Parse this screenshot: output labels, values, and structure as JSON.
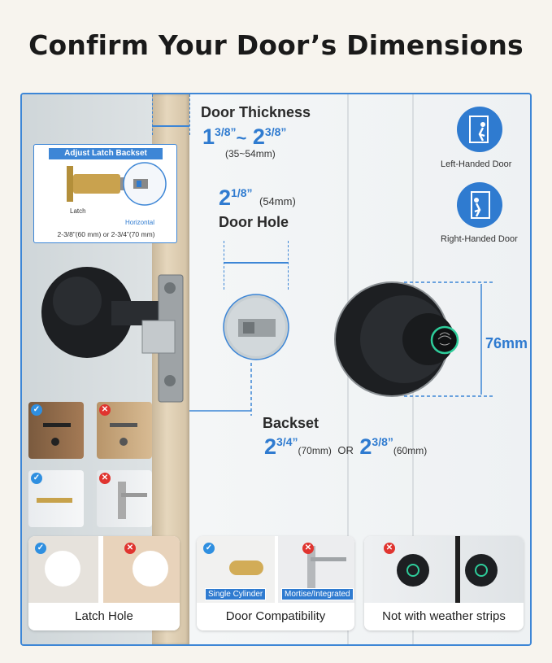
{
  "headline": "Confirm Your Door’s Dimensions",
  "door_thickness": {
    "title": "Door Thickness",
    "min_whole": "1",
    "min_frac": "3/8”",
    "sep": "~",
    "max_whole": "2",
    "max_frac": "3/8”",
    "metric": "(35~54mm)"
  },
  "door_hole": {
    "size_whole": "2",
    "size_frac": "1/8”",
    "metric": "(54mm)",
    "title": "Door Hole"
  },
  "backset": {
    "title": "Backset",
    "opt1_whole": "2",
    "opt1_frac": "3/4”",
    "opt1_metric": "(70mm)",
    "or": "OR",
    "opt2_whole": "2",
    "opt2_frac": "3/8”",
    "opt2_metric": "(60mm)"
  },
  "knob_height": "76mm",
  "latch_inset": {
    "title": "Adjust Latch Backset",
    "latch_label": "Latch",
    "horizontal_label": "Horizontal",
    "footer": "2-3/8”(60 mm) or 2-3/4”(70 mm)"
  },
  "handed": {
    "left_label": "Left-Handed Door",
    "right_label": "Right-Handed Door",
    "left_icon": "left-handed-door-icon",
    "right_icon": "right-handed-door-icon"
  },
  "cards": {
    "latch_hole": "Latch Hole",
    "compat": "Door Compatibility",
    "weather": "Not with weather strips",
    "single_cylinder": "Single Cylinder",
    "mortise": "Mortise/Integrated"
  },
  "colors": {
    "accent": "#2f7bd0",
    "ok": "#2f8fe0",
    "no": "#e0342f",
    "frame": "#3d86d6"
  }
}
